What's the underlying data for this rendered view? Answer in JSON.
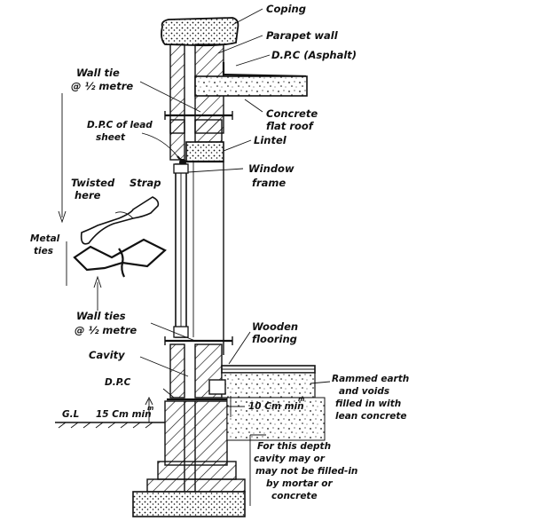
{
  "labels": {
    "coping": "Coping",
    "parapet_wall": "Parapet wall",
    "dpc_asphalt": "D.P.C (Asphalt)",
    "wall_tie_top_1": "Wall tie",
    "wall_tie_top_2": "@ ½ metre",
    "concrete_roof_1": "Concrete",
    "concrete_roof_2": "flat roof",
    "dpc_lead_1": "D.P.C of lead",
    "dpc_lead_2": "sheet",
    "lintel": "Lintel",
    "window_frame_1": "Window",
    "window_frame_2": "frame",
    "twisted_here_1": "Twisted",
    "twisted_here_2": "here",
    "strap": "Strap",
    "metal_ties_1": "Metal",
    "metal_ties_2": "ties",
    "wall_ties_bottom_1": "Wall ties",
    "wall_ties_bottom_2": "@ ½ metre",
    "wooden_flooring_1": "Wooden",
    "wooden_flooring_2": "flooring",
    "cavity": "Cavity",
    "dpc_bottom": "D.P.C",
    "rammed_earth_1": "Rammed earth",
    "rammed_earth_2": "and voids",
    "rammed_earth_3": "filled in with",
    "rammed_earth_4": "lean concrete",
    "ground_level": "G.L",
    "dim_15cm": "15 Cm min",
    "dim_15cm_sup": "m",
    "dim_10cm": "10 Cm min",
    "dim_10cm_sup": "m",
    "note_1": "For this depth",
    "note_2": "cavity may or",
    "note_3": "may not be filled-in",
    "note_4": "by mortar or",
    "note_5": "concrete"
  },
  "colors": {
    "ink": "#111111",
    "paper": "#ffffff"
  }
}
